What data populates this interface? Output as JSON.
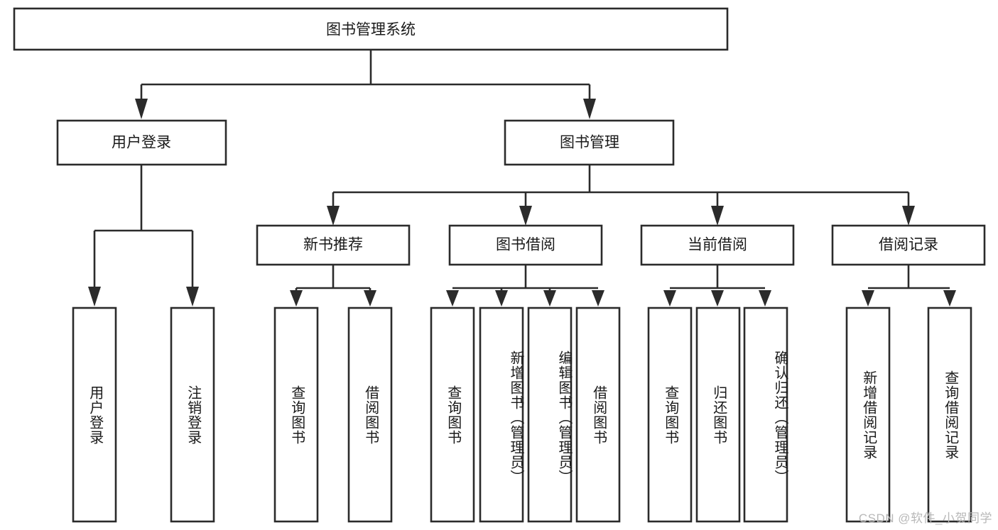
{
  "diagram": {
    "title_node": {
      "label": "图书管理系统"
    },
    "level1": [
      {
        "id": "user-login",
        "label": "用户登录"
      },
      {
        "id": "book-management",
        "label": "图书管理"
      }
    ],
    "level2": [
      {
        "id": "new-book-recommend",
        "label": "新书推荐",
        "parent": "book-management"
      },
      {
        "id": "book-borrow",
        "label": "图书借阅",
        "parent": "book-management"
      },
      {
        "id": "current-borrow",
        "label": "当前借阅",
        "parent": "book-management"
      },
      {
        "id": "borrow-record",
        "label": "借阅记录",
        "parent": "book-management"
      }
    ],
    "leaves": [
      {
        "id": "leaf-user-login",
        "label": "用户登录",
        "parent": "user-login"
      },
      {
        "id": "leaf-logout-login",
        "label": "注销登录",
        "parent": "user-login"
      },
      {
        "id": "leaf-query-book-1",
        "label": "查询图书",
        "parent": "new-book-recommend"
      },
      {
        "id": "leaf-borrow-book-1",
        "label": "借阅图书",
        "parent": "new-book-recommend"
      },
      {
        "id": "leaf-query-book-2",
        "label": "查询图书",
        "parent": "book-borrow"
      },
      {
        "id": "leaf-add-book",
        "label": "新增图书（管理员）",
        "parent": "book-borrow"
      },
      {
        "id": "leaf-edit-book",
        "label": "编辑图书（管理员）",
        "parent": "book-borrow"
      },
      {
        "id": "leaf-borrow-book-2",
        "label": "借阅图书",
        "parent": "book-borrow"
      },
      {
        "id": "leaf-query-book-3",
        "label": "查询图书",
        "parent": "current-borrow"
      },
      {
        "id": "leaf-return-book",
        "label": "归还图书",
        "parent": "current-borrow"
      },
      {
        "id": "leaf-confirm-return",
        "label": "确认归还（管理员）",
        "parent": "current-borrow"
      },
      {
        "id": "leaf-add-record",
        "label": "新增借阅记录",
        "parent": "borrow-record"
      },
      {
        "id": "leaf-query-record",
        "label": "查询借阅记录",
        "parent": "borrow-record"
      }
    ],
    "watermark": "CSDN @软件_小贺同学",
    "colors": {
      "stroke": "#2b2b2b",
      "fill": "#ffffff",
      "text": "#1a1a1a",
      "watermark": "#b8b8b8"
    }
  }
}
